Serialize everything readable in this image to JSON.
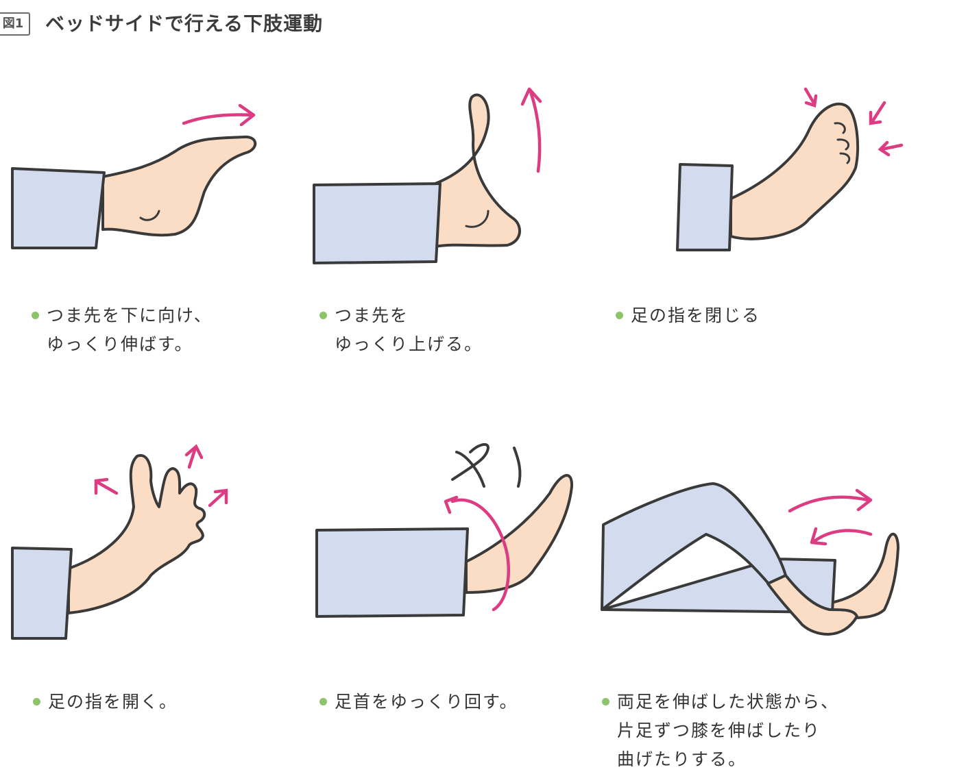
{
  "figure": {
    "badge": "図1",
    "title": "ベッドサイドで行える下肢運動"
  },
  "colors": {
    "skin": "#fbdcc4",
    "pants": "#d3dcef",
    "outline": "#3a3a3a",
    "arrow": "#dc3c82",
    "bullet": "#8cc46a"
  },
  "exercises": [
    {
      "lines": [
        "つま先を下に向け、",
        "ゆっくり伸ばす。"
      ]
    },
    {
      "lines": [
        "つま先を",
        "ゆっくり上げる。"
      ]
    },
    {
      "lines": [
        "足の指を閉じる"
      ]
    },
    {
      "lines": [
        "足の指を開く。"
      ]
    },
    {
      "lines": [
        "足首をゆっくり回す。"
      ]
    },
    {
      "lines": [
        "両足を伸ばした状態から、",
        "片足ずつ膝を伸ばしたり",
        "曲げたりする。"
      ]
    }
  ]
}
